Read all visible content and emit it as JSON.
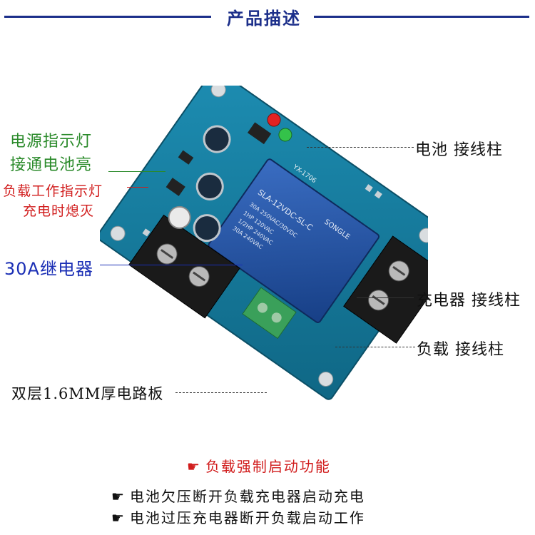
{
  "header": {
    "title": "产品描述"
  },
  "labels": {
    "power_indicator_line1": "电源指示灯",
    "power_indicator_line2": "接通电池亮",
    "load_indicator_line1": "负载工作指示灯",
    "load_indicator_line2": "充电时熄灭",
    "relay": "30A继电器",
    "battery_terminal": "电池 接线柱",
    "charger_terminal": "充电器 接线柱",
    "load_terminal": "负载 接线柱",
    "board": "双层1.6MM厚电路板"
  },
  "relay_marking": {
    "brand": "SONGLE",
    "model": "SLA-12VDC-SL-C",
    "line1": "30A 250VAC/30VDC",
    "line2": "1HP 120VAC",
    "line3": "1/2HP 240VAC",
    "line4": "30A 240VAC",
    "board_code": "YX-1706"
  },
  "features": {
    "forced_start": "负载强制启动功能",
    "item1": "电池欠压断开负载充电器启动充电",
    "item2": "电池过压充电器断开负载启动工作"
  },
  "colors": {
    "header": "#1c2f8a",
    "pcb": "#17799a",
    "relay": "#1d4fa0",
    "label_green": "#2a8a2a",
    "label_red": "#d11c1c",
    "label_blue": "#1b2fb5"
  }
}
